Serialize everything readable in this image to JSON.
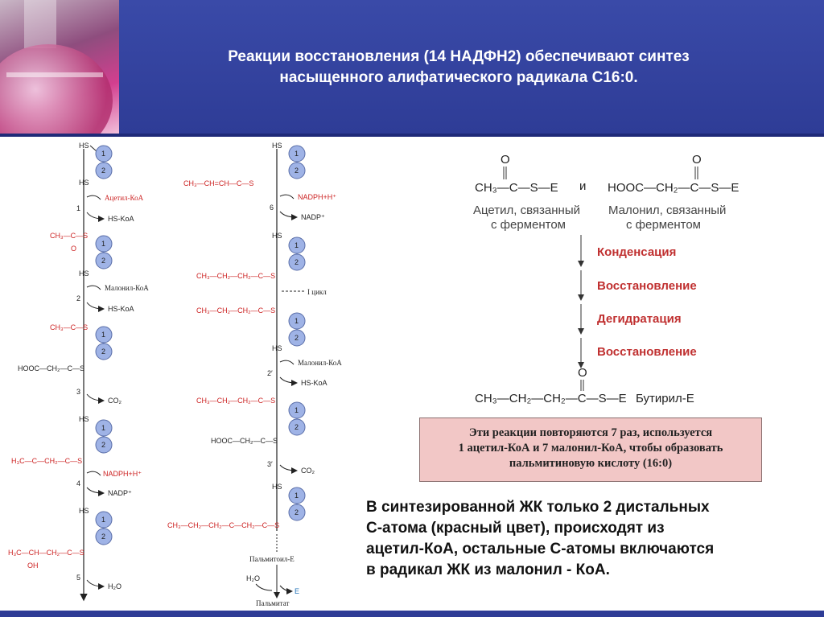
{
  "slide": {
    "title_line1": "Реакции восстановления (14 НАДФН2) обеспечивают синтез",
    "title_line2": "насыщенного алифатического радикала С16:0."
  },
  "left_diagram": {
    "hs": "HS",
    "s": "S",
    "enzyme_domains": [
      "1",
      "2"
    ],
    "col1": {
      "acetyl_coa": "Ацетил-КоА",
      "hs_koa": "HS-KoA",
      "malonyl_coa": "Малонил-КоА",
      "hooc_label": "HOOC—CH₂—C—S",
      "co2": "CO₂",
      "nadph": "NADPH+H⁺",
      "nadp": "NADP⁺",
      "h2o": "H₂O",
      "oh": "OH",
      "acetyl": "CH₃—C—S",
      "acetoacetyl": "H₃C—C—CH₂—C—S",
      "hydroxybutyryl": "H₃C—CH—CH₂—C—S",
      "steps": [
        "1",
        "2",
        "3",
        "4",
        "5"
      ]
    },
    "col2": {
      "crotonyl": "CH₃—CH=CH—C—S",
      "butyryl": "CH₃—CH₂—CH₂—C—S",
      "cycle": "I цикл",
      "malonyl_coa": "Малонил-КоА",
      "hs_koa": "HS-KoA",
      "hooc": "HOOC—CH₂—C—S",
      "co2": "CO₂",
      "ketohexanoyl": "CH₃—CH₂—CH₂—C—CH₂—C—S",
      "palmitoyl_e": "Пальмитоил-E",
      "h2o": "H₂O",
      "e": "E",
      "palmitate": "Пальмитат",
      "nadph": "NADPH+H⁺",
      "nadp": "NADP⁺",
      "steps": [
        "6",
        "2′",
        "3′"
      ]
    }
  },
  "right_diagram": {
    "o": "O",
    "acetyl_formula": "CH₃—C—S—E",
    "and": "и",
    "malonyl_formula": "HOOC—CH₂—C—S—E",
    "acetyl_caption_1": "Ацетил, связанный",
    "acetyl_caption_2": "с ферментом",
    "malonyl_caption_1": "Малонил, связанный",
    "malonyl_caption_2": "с ферментом",
    "steps": [
      "Конденсация",
      "Восстановление",
      "Дегидратация",
      "Восстановление"
    ],
    "butyryl_formula": "CH₃—CH₂—CH₂—C—S—E",
    "butyryl_label": "Бутирил-E",
    "note_line1": "Эти реакции повторяются 7 раз, используется",
    "note_line2": "1 ацетил-КоА и 7 малонил-КоА, чтобы образовать",
    "note_line3": "пальмитиновую кислоту (16:0)"
  },
  "paragraph": {
    "line1": "В синтезированной  ЖК только 2 дистальных",
    "line2": "С-атома (красный цвет), происходят из",
    "line3": "ацетил-КоА, остальные  С-атомы  включаются",
    "line4": "в радикал ЖК из  малонил - КоА."
  },
  "colors": {
    "header_blue": "#2e3c96",
    "circle_blue": "#9fb3e6",
    "red": "#cc2222",
    "step_red": "#c03030",
    "note_pink": "#f2c7c6"
  }
}
